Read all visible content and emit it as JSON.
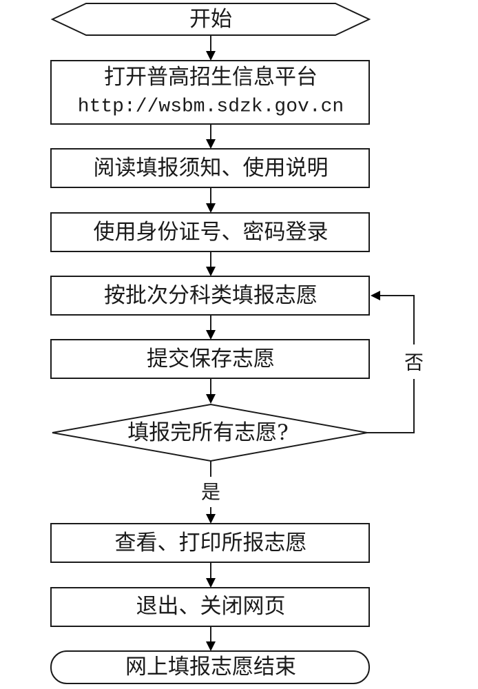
{
  "diagram": {
    "type": "flowchart",
    "nodes": {
      "start": {
        "shape": "hexagon",
        "label": "开始"
      },
      "open_platform": {
        "shape": "process",
        "label": "打开普高招生信息平台",
        "url": "http://wsbm.sdzk.gov.cn"
      },
      "read_notice": {
        "shape": "process",
        "label": "阅读填报须知、使用说明"
      },
      "login": {
        "shape": "process",
        "label": "使用身份证号、密码登录"
      },
      "fill_by_batch": {
        "shape": "process",
        "label": "按批次分科类填报志愿"
      },
      "submit_save": {
        "shape": "process",
        "label": "提交保存志愿"
      },
      "decision_done": {
        "shape": "decision",
        "label": "填报完所有志愿?"
      },
      "view_print": {
        "shape": "process",
        "label": "查看、打印所报志愿"
      },
      "exit_close": {
        "shape": "process",
        "label": "退出、关闭网页"
      },
      "end": {
        "shape": "terminator",
        "label": "网上填报志愿结束"
      }
    },
    "edges": [
      {
        "from": "start",
        "to": "open_platform",
        "label": ""
      },
      {
        "from": "open_platform",
        "to": "read_notice",
        "label": ""
      },
      {
        "from": "read_notice",
        "to": "login",
        "label": ""
      },
      {
        "from": "login",
        "to": "fill_by_batch",
        "label": ""
      },
      {
        "from": "fill_by_batch",
        "to": "submit_save",
        "label": ""
      },
      {
        "from": "submit_save",
        "to": "decision_done",
        "label": ""
      },
      {
        "from": "decision_done",
        "to": "view_print",
        "label": "是"
      },
      {
        "from": "decision_done",
        "to": "fill_by_batch",
        "label": "否"
      },
      {
        "from": "view_print",
        "to": "exit_close",
        "label": ""
      },
      {
        "from": "exit_close",
        "to": "end",
        "label": ""
      }
    ],
    "edge_labels": {
      "yes": "是",
      "no": "否"
    },
    "colors": {
      "stroke": "#1a1a1a",
      "background": "#ffffff"
    }
  }
}
